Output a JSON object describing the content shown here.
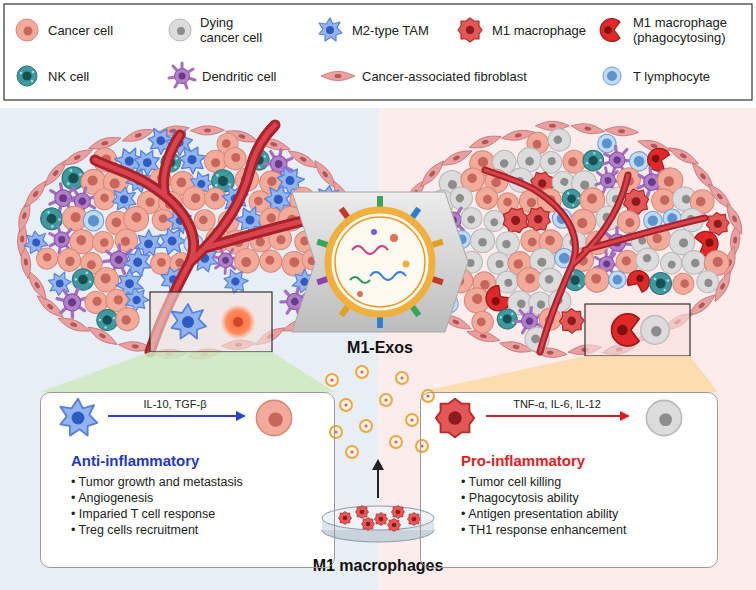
{
  "diagram": {
    "nodes": [
      {
        "text": [
          "Anti-inflammatory",
          "• Tumor growth and metastasis",
          "• Angiogenesis",
          "• Imparied T cell response",
          "• Treg cells recruitment"
        ]
      },
      {
        "text": [
          "Pro-inflammatory",
          "• Tumor cell killing",
          "• Phagocytosis ability",
          "• Antigen presentation ability",
          "• TH1 response enhancement"
        ]
      }
    ],
    "labels": [
      "IL-10, TGF-β",
      "TNF-α, IL-6, IL-12",
      "M1-Exos",
      "M1 macrophages"
    ],
    "legend": [
      {
        "text": "Cancer cell"
      },
      {
        "text": "Dying cancer cell"
      },
      {
        "text": "M2-type TAM"
      },
      {
        "text": "M1 macrophage"
      },
      {
        "text": "M1 macrophage (phagocytosing)"
      },
      {
        "text": "NK cell"
      },
      {
        "text": "Dendritic cell"
      },
      {
        "text": "Cancer-associated fibroblast"
      },
      {
        "text": "T lymphocyte"
      }
    ]
  }
}
